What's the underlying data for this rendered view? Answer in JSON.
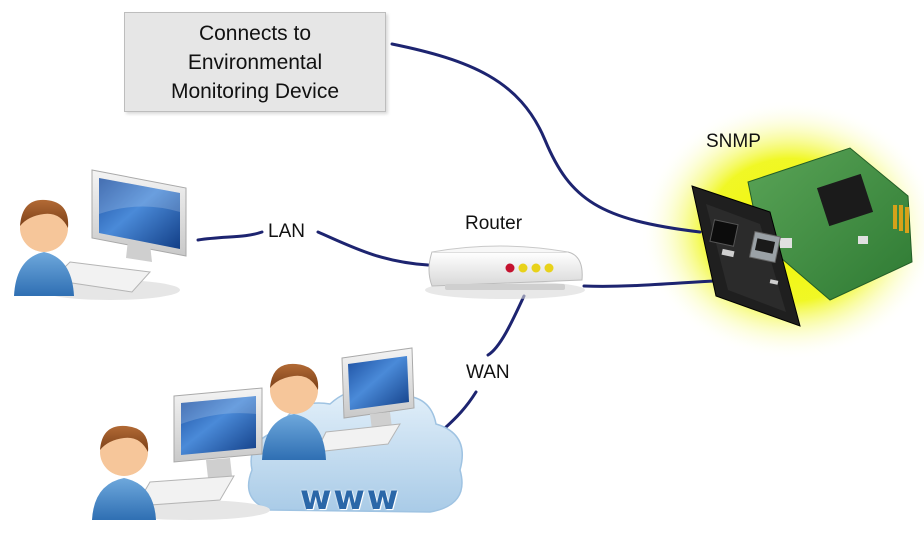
{
  "env_box": {
    "lines": [
      "Connects to",
      "Environmental",
      "Monitoring Device"
    ]
  },
  "labels": {
    "snmp": "SNMP",
    "router": "Router",
    "lan": "LAN",
    "wan": "WAN",
    "www": "www"
  },
  "colors": {
    "cable": "#1d2470",
    "glow": "#e9f200",
    "cloud": "#bcd8ee",
    "monitor_screen": "#2f6fc2",
    "pcb": "#3d8f3f",
    "led_red": "#c4122f",
    "led_yellow": "#e8d21a"
  }
}
